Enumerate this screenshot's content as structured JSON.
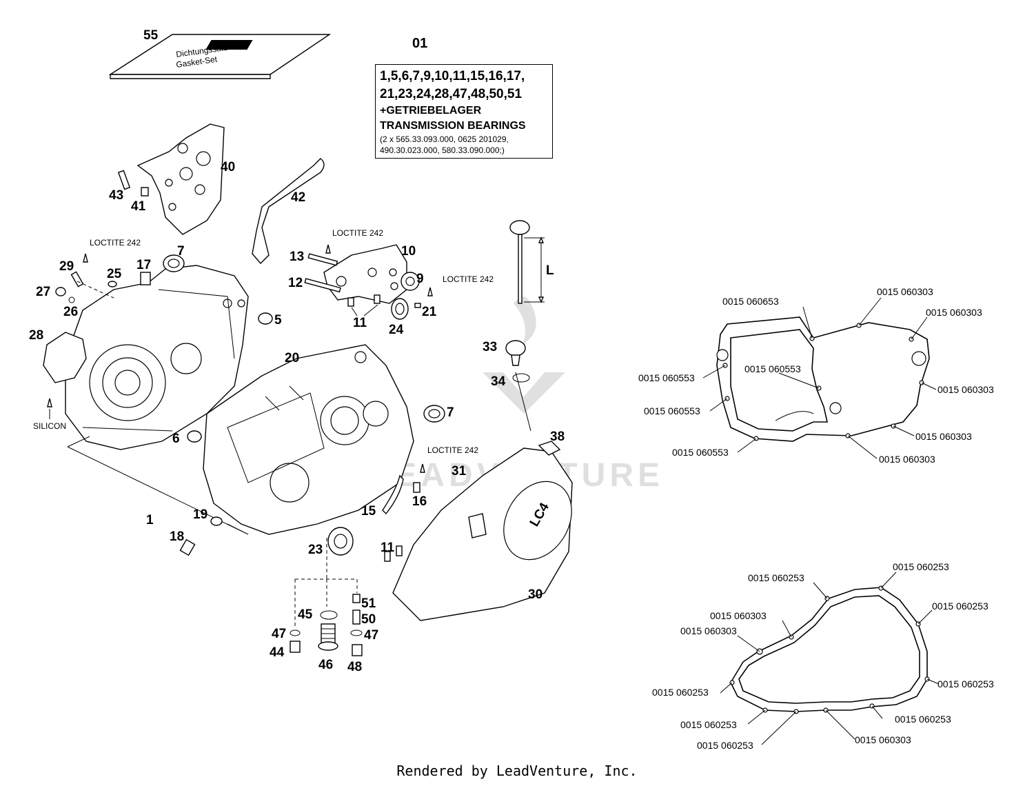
{
  "kit": {
    "number": "01",
    "line1": "1,5,6,7,9,10,11,15,16,17,",
    "line2": "21,23,24,28,47,48,50,51",
    "line3": "+GETRIEBELAGER",
    "line4": "TRANSMISSION BEARINGS",
    "line5": "(2 x 565.33.093.000, 0625 201029,",
    "line6": "490.30.023.000, 580.33.090.000;)"
  },
  "labels": {
    "n55": "55",
    "n40": "40",
    "n43": "43",
    "n41": "41",
    "n42": "42",
    "n7a": "7",
    "n7b": "7",
    "n29": "29",
    "n17": "17",
    "n25": "25",
    "n27": "27",
    "n26": "26",
    "n28": "28",
    "n5": "5",
    "n13": "13",
    "n10": "10",
    "n12": "12",
    "n9": "9",
    "n11a": "11",
    "n21": "21",
    "n24": "24",
    "n20": "20",
    "n33": "33",
    "n34": "34",
    "n6": "6",
    "n38": "38",
    "n31": "31",
    "n16": "16",
    "n15": "15",
    "n1": "1",
    "n19": "19",
    "n18": "18",
    "n23": "23",
    "n11b": "11",
    "n30": "30",
    "n51": "51",
    "n45": "45",
    "n50": "50",
    "n47a": "47",
    "n47b": "47",
    "n44": "44",
    "n46": "46",
    "n48": "48",
    "L": "L"
  },
  "notes": {
    "loctite1": "LOCTITE 242",
    "loctite2": "LOCTITE 242",
    "loctite3": "LOCTITE 242",
    "loctite4": "LOCTITE 242",
    "silicon": "SILICON",
    "cover_mark": "LC4",
    "manual_line1": "Dichtungssatz",
    "manual_line2": "Gasket-Set"
  },
  "gasket1": {
    "c1": "0015 060653",
    "c2": "0015 060303",
    "c3": "0015 060303",
    "c4": "0015 060553",
    "c5": "0015 060553",
    "c6": "0015 060303",
    "c7": "0015 060553",
    "c8": "0015 060303",
    "c9": "0015 060553",
    "c10": "0015 060303"
  },
  "gasket2": {
    "c1": "0015 060253",
    "c2": "0015 060253",
    "c3": "0015 060303",
    "c4": "0015 060253",
    "c5": "0015 060303",
    "c6": "0015 060253",
    "c7": "0015 060253",
    "c8": "0015 060253",
    "c9": "0015 060253",
    "c10": "0015 060253",
    "c11": "0015 060303"
  },
  "watermark": "LEADVENTURE",
  "footer": "Rendered by LeadVenture, Inc."
}
